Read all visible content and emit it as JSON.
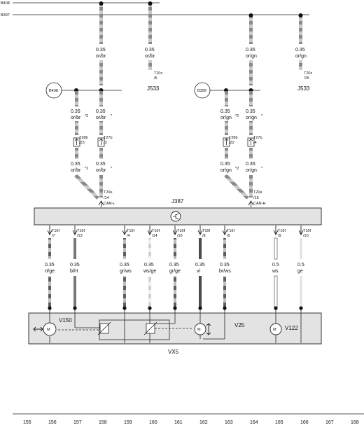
{
  "bus": {
    "b408_label": "B408",
    "b397_label": "B397"
  },
  "top_wires": [
    {
      "gauge": "0.35",
      "color": "or/br"
    },
    {
      "gauge": "0.35",
      "color": "or/br"
    },
    {
      "gauge": "0.35",
      "color": "or/gn"
    },
    {
      "gauge": "0.35",
      "color": "or/gn"
    }
  ],
  "j533_left": {
    "conn": "T20c",
    "pin": "/5",
    "name": "J533"
  },
  "j533_right": {
    "conn": "T20c",
    "pin": "/15",
    "name": "J533"
  },
  "splices": {
    "left": "B408",
    "right": "B399"
  },
  "splice_wires": [
    {
      "gauge": "0.35",
      "color": "or/br",
      "note": "*2"
    },
    {
      "gauge": "0.35",
      "color": "or/br",
      "note": "*"
    },
    {
      "gauge": "0.35",
      "color": "or/gn",
      "note": "*2"
    },
    {
      "gauge": "0.35",
      "color": "or/gn",
      "note": "*"
    }
  ],
  "connectors_mid": [
    {
      "conn": "T28b",
      "pin": "/23"
    },
    {
      "conn": "T27b",
      "pin": "/3"
    },
    {
      "conn": "T28b",
      "pin": "/22"
    },
    {
      "conn": "T27b",
      "pin": "/4"
    }
  ],
  "lower_wires": [
    {
      "gauge": "0.35",
      "color": "or/br",
      "note": "*2"
    },
    {
      "gauge": "0.35",
      "color": "or/br",
      "note": "*"
    },
    {
      "gauge": "0.35",
      "color": "or/gn",
      "note": "*2"
    },
    {
      "gauge": "0.35",
      "color": "or/gn",
      "note": "*"
    }
  ],
  "can_pins": [
    {
      "conn": "T20e",
      "pin": "/14",
      "signal": "CAN-L"
    },
    {
      "conn": "T20e",
      "pin": "/15",
      "signal": "CAN-H"
    }
  ],
  "module": {
    "name": "J387"
  },
  "output_pins": [
    {
      "conn": "T16f",
      "pin": "/7",
      "gauge": "0.35",
      "color": "rt/ge"
    },
    {
      "conn": "T16f",
      "pin": "/13",
      "gauge": "0.35",
      "color": "bl/rt"
    },
    {
      "conn": "T16f",
      "pin": "/4",
      "gauge": "0.35",
      "color": "gr/ws"
    },
    {
      "conn": "T16f",
      "pin": "/14",
      "gauge": "0.35",
      "color": "ws/ge"
    },
    {
      "conn": "T16f",
      "pin": "/16",
      "gauge": "0.35",
      "color": "gr/ge"
    },
    {
      "conn": "T16f",
      "pin": "/8",
      "gauge": "0.35",
      "color": "vi"
    },
    {
      "conn": "T16f",
      "pin": "/5",
      "gauge": "0.35",
      "color": "br/ws"
    },
    {
      "conn": "T16f",
      "pin": "/9",
      "gauge": "0.5",
      "color": "ws"
    },
    {
      "conn": "T16f",
      "pin": "/10",
      "gauge": "0.5",
      "color": "ge"
    }
  ],
  "components": {
    "v150": "V150",
    "v25": "V25",
    "v122": "V122",
    "vx5": "VX5",
    "motor_symbol": "M"
  },
  "grid_numbers": [
    "155",
    "156",
    "157",
    "158",
    "159",
    "160",
    "161",
    "162",
    "163",
    "164",
    "165",
    "166",
    "167",
    "168"
  ]
}
